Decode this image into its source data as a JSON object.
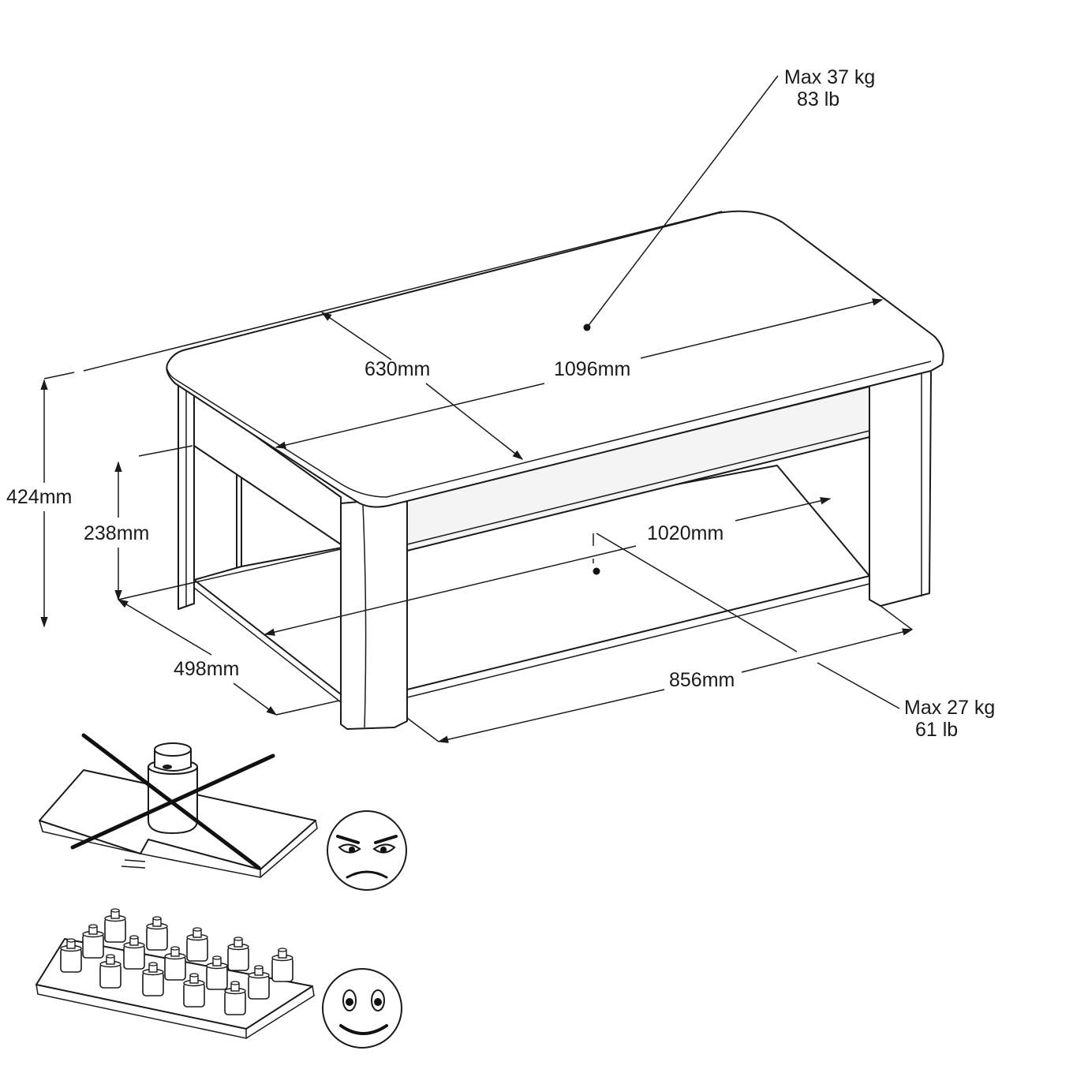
{
  "dimensions": {
    "top_width": "1096mm",
    "top_depth": "630mm",
    "height": "424mm",
    "shelf_height": "238mm",
    "inner_width": "1020mm",
    "shelf_depth": "498mm",
    "base_width": "856mm"
  },
  "load_top": {
    "kg": "Max 37 kg",
    "lb": "83 lb"
  },
  "load_shelf": {
    "kg": "Max 27 kg",
    "lb": "61 lb"
  },
  "icons": [
    "weight-icon",
    "angry-face-icon",
    "happy-face-icon"
  ]
}
